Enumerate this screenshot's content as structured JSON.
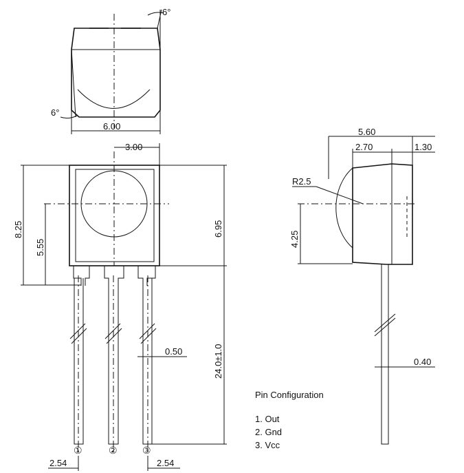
{
  "top_view": {
    "angle_top": "6°",
    "angle_bottom": "6°",
    "width": "6.00"
  },
  "front_view": {
    "lens_diameter": "3.00",
    "total_height": "8.25",
    "lens_center_height": "5.55",
    "body_height": "6.95",
    "lead_length": "24.0±1.0",
    "lead_width": "0.50",
    "pitch_left": "2.54",
    "pitch_right": "2.54",
    "pin_numbers": [
      "①",
      "②",
      "③"
    ]
  },
  "side_view": {
    "depth": "5.60",
    "lens_part": "2.70",
    "body_part": "1.30",
    "radius": "R2.5",
    "lens_center_height": "4.25",
    "lead_thickness": "0.40"
  },
  "pin_configuration": {
    "title": "Pin Configuration",
    "pins": [
      "1. Out",
      "2. Gnd",
      "3. Vcc"
    ]
  }
}
